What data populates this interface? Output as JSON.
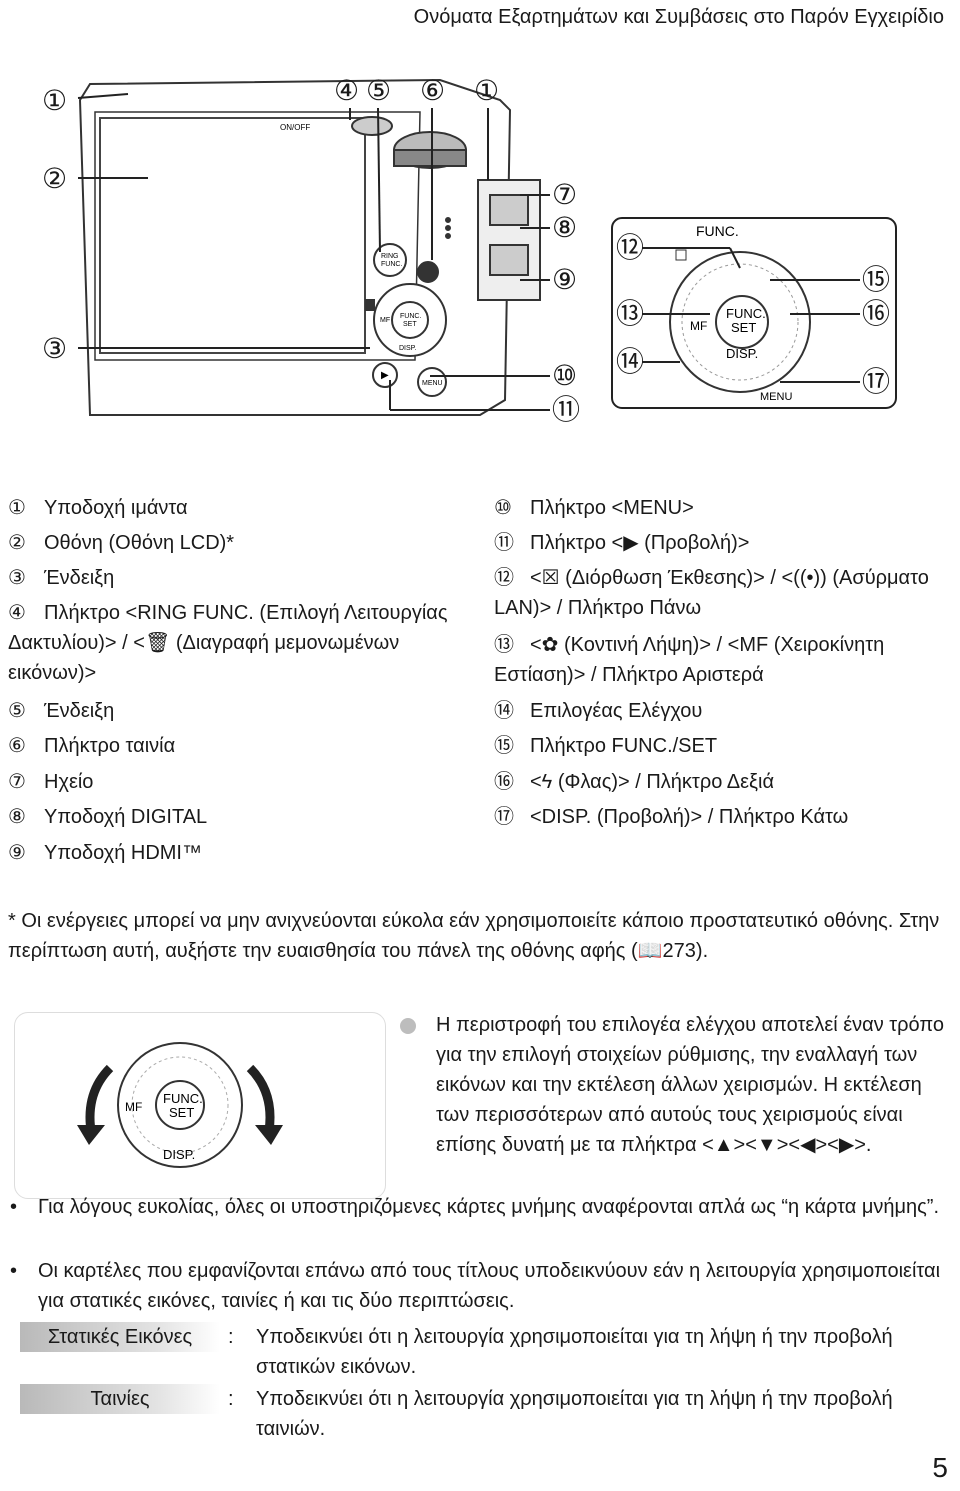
{
  "header": {
    "title": "Ονόματα Εξαρτημάτων και Συμβάσεις στο Παρόν Εγχειρίδιο"
  },
  "figure": {
    "callouts_left": [
      "①",
      "②",
      "③"
    ],
    "callouts_top": [
      "④",
      "⑤",
      "⑥",
      "①"
    ],
    "callouts_side": [
      "⑦",
      "⑧",
      "⑨",
      "⑩",
      "⑪"
    ],
    "callouts_zoom_left": [
      "⑫",
      "⑬",
      "⑭"
    ],
    "callouts_zoom_right": [
      "⑮",
      "⑯",
      "⑰"
    ],
    "camera_texts": [
      "ON/OFF",
      "RING FUNC.",
      "FUNC. SET",
      "DISP.",
      "MENU",
      "MF"
    ],
    "zoom_texts": [
      "FUNC.",
      "FUNC. SET",
      "MF",
      "DISP.",
      "MENU"
    ]
  },
  "legend_left": [
    {
      "num": "①",
      "text": "Υποδοχή ιμάντα"
    },
    {
      "num": "②",
      "text": "Οθόνη (Οθόνη LCD)*"
    },
    {
      "num": "③",
      "text": "Ένδειξη"
    },
    {
      "num": "④",
      "text": "Πλήκτρο <RING FUNC. (Επιλογή Λειτουργίας Δακτυλίου)> / <🗑 (Διαγραφή μεμονωμένων εικόνων)>"
    },
    {
      "num": "⑤",
      "text": "Ένδειξη"
    },
    {
      "num": "⑥",
      "text": "Πλήκτρο ταινία"
    },
    {
      "num": "⑦",
      "text": "Ηχείο"
    },
    {
      "num": "⑧",
      "text": "Υποδοχή DIGITAL"
    },
    {
      "num": "⑨",
      "text": "Υποδοχή HDMI™"
    }
  ],
  "legend_right": [
    {
      "num": "⑩",
      "text": "Πλήκτρο <MENU>"
    },
    {
      "num": "⑪",
      "text": "Πλήκτρο <▶ (Προβολή)>"
    },
    {
      "num": "⑫",
      "text": "<☒ (Διόρθωση Έκθεσης)> / <((•)) (Ασύρματο LAN)> / Πλήκτρο Πάνω"
    },
    {
      "num": "⑬",
      "text": "<✿ (Κοντινή Λήψη)> / <MF (Χειροκίνητη Εστίαση)> / Πλήκτρο Αριστερά"
    },
    {
      "num": "⑭",
      "text": "Επιλογέας Ελέγχου"
    },
    {
      "num": "⑮",
      "text": "Πλήκτρο FUNC./SET"
    },
    {
      "num": "⑯",
      "text": "<ϟ (Φλας)> / Πλήκτρο Δεξιά"
    },
    {
      "num": "⑰",
      "text": "<DISP. (Προβολή)> / Πλήκτρο Κάτω"
    }
  ],
  "footnote": "* Οι ενέργειες μπορεί να μην ανιχνεύονται εύκολα εάν χρησιμοποιείτε κάποιο προστατευτικό οθόνης. Στην περίπτωση αυτή, αυξήστε την ευαισθησία του πάνελ της οθόνης αφής (📖273).",
  "dial_note": "Η περιστροφή του επιλογέα ελέγχου αποτελεί έναν τρόπο για την επιλογή στοιχείων ρύθμισης, την εναλλαγή των εικόνων και την εκτέλεση άλλων χειρισμών. Η εκτέλεση των περισσότερων από αυτούς τους χειρισμούς είναι επίσης δυνατή με τα πλήκτρα <▲><▼><◀><▶>.",
  "dial_labels": [
    "FUNC.",
    "SET",
    "DISP.",
    "MF"
  ],
  "bullets": [
    "Για λόγους ευκολίας, όλες οι υποστηριζόμενες κάρτες μνήμης αναφέρονται απλά ως “η κάρτα μνήμης”.",
    "Οι καρτέλες που εμφανίζονται επάνω από τους τίτλους υποδεικνύουν εάν η λειτουργία χρησιμοποιείται για στατικές εικόνες, ταινίες ή και τις δύο περιπτώσεις."
  ],
  "tags": [
    {
      "label": "Στατικές Εικόνες",
      "colon": ":",
      "desc": "Υποδεικνύει ότι η λειτουργία χρησιμοποιείται για τη λήψη ή την προβολή στατικών εικόνων."
    },
    {
      "label": "Ταινίες",
      "colon": ":",
      "desc": "Υποδεικνύει ότι η λειτουργία χρησιμοποιείται για τη λήψη ή την προβολή ταινιών."
    }
  ],
  "page_number": "5"
}
